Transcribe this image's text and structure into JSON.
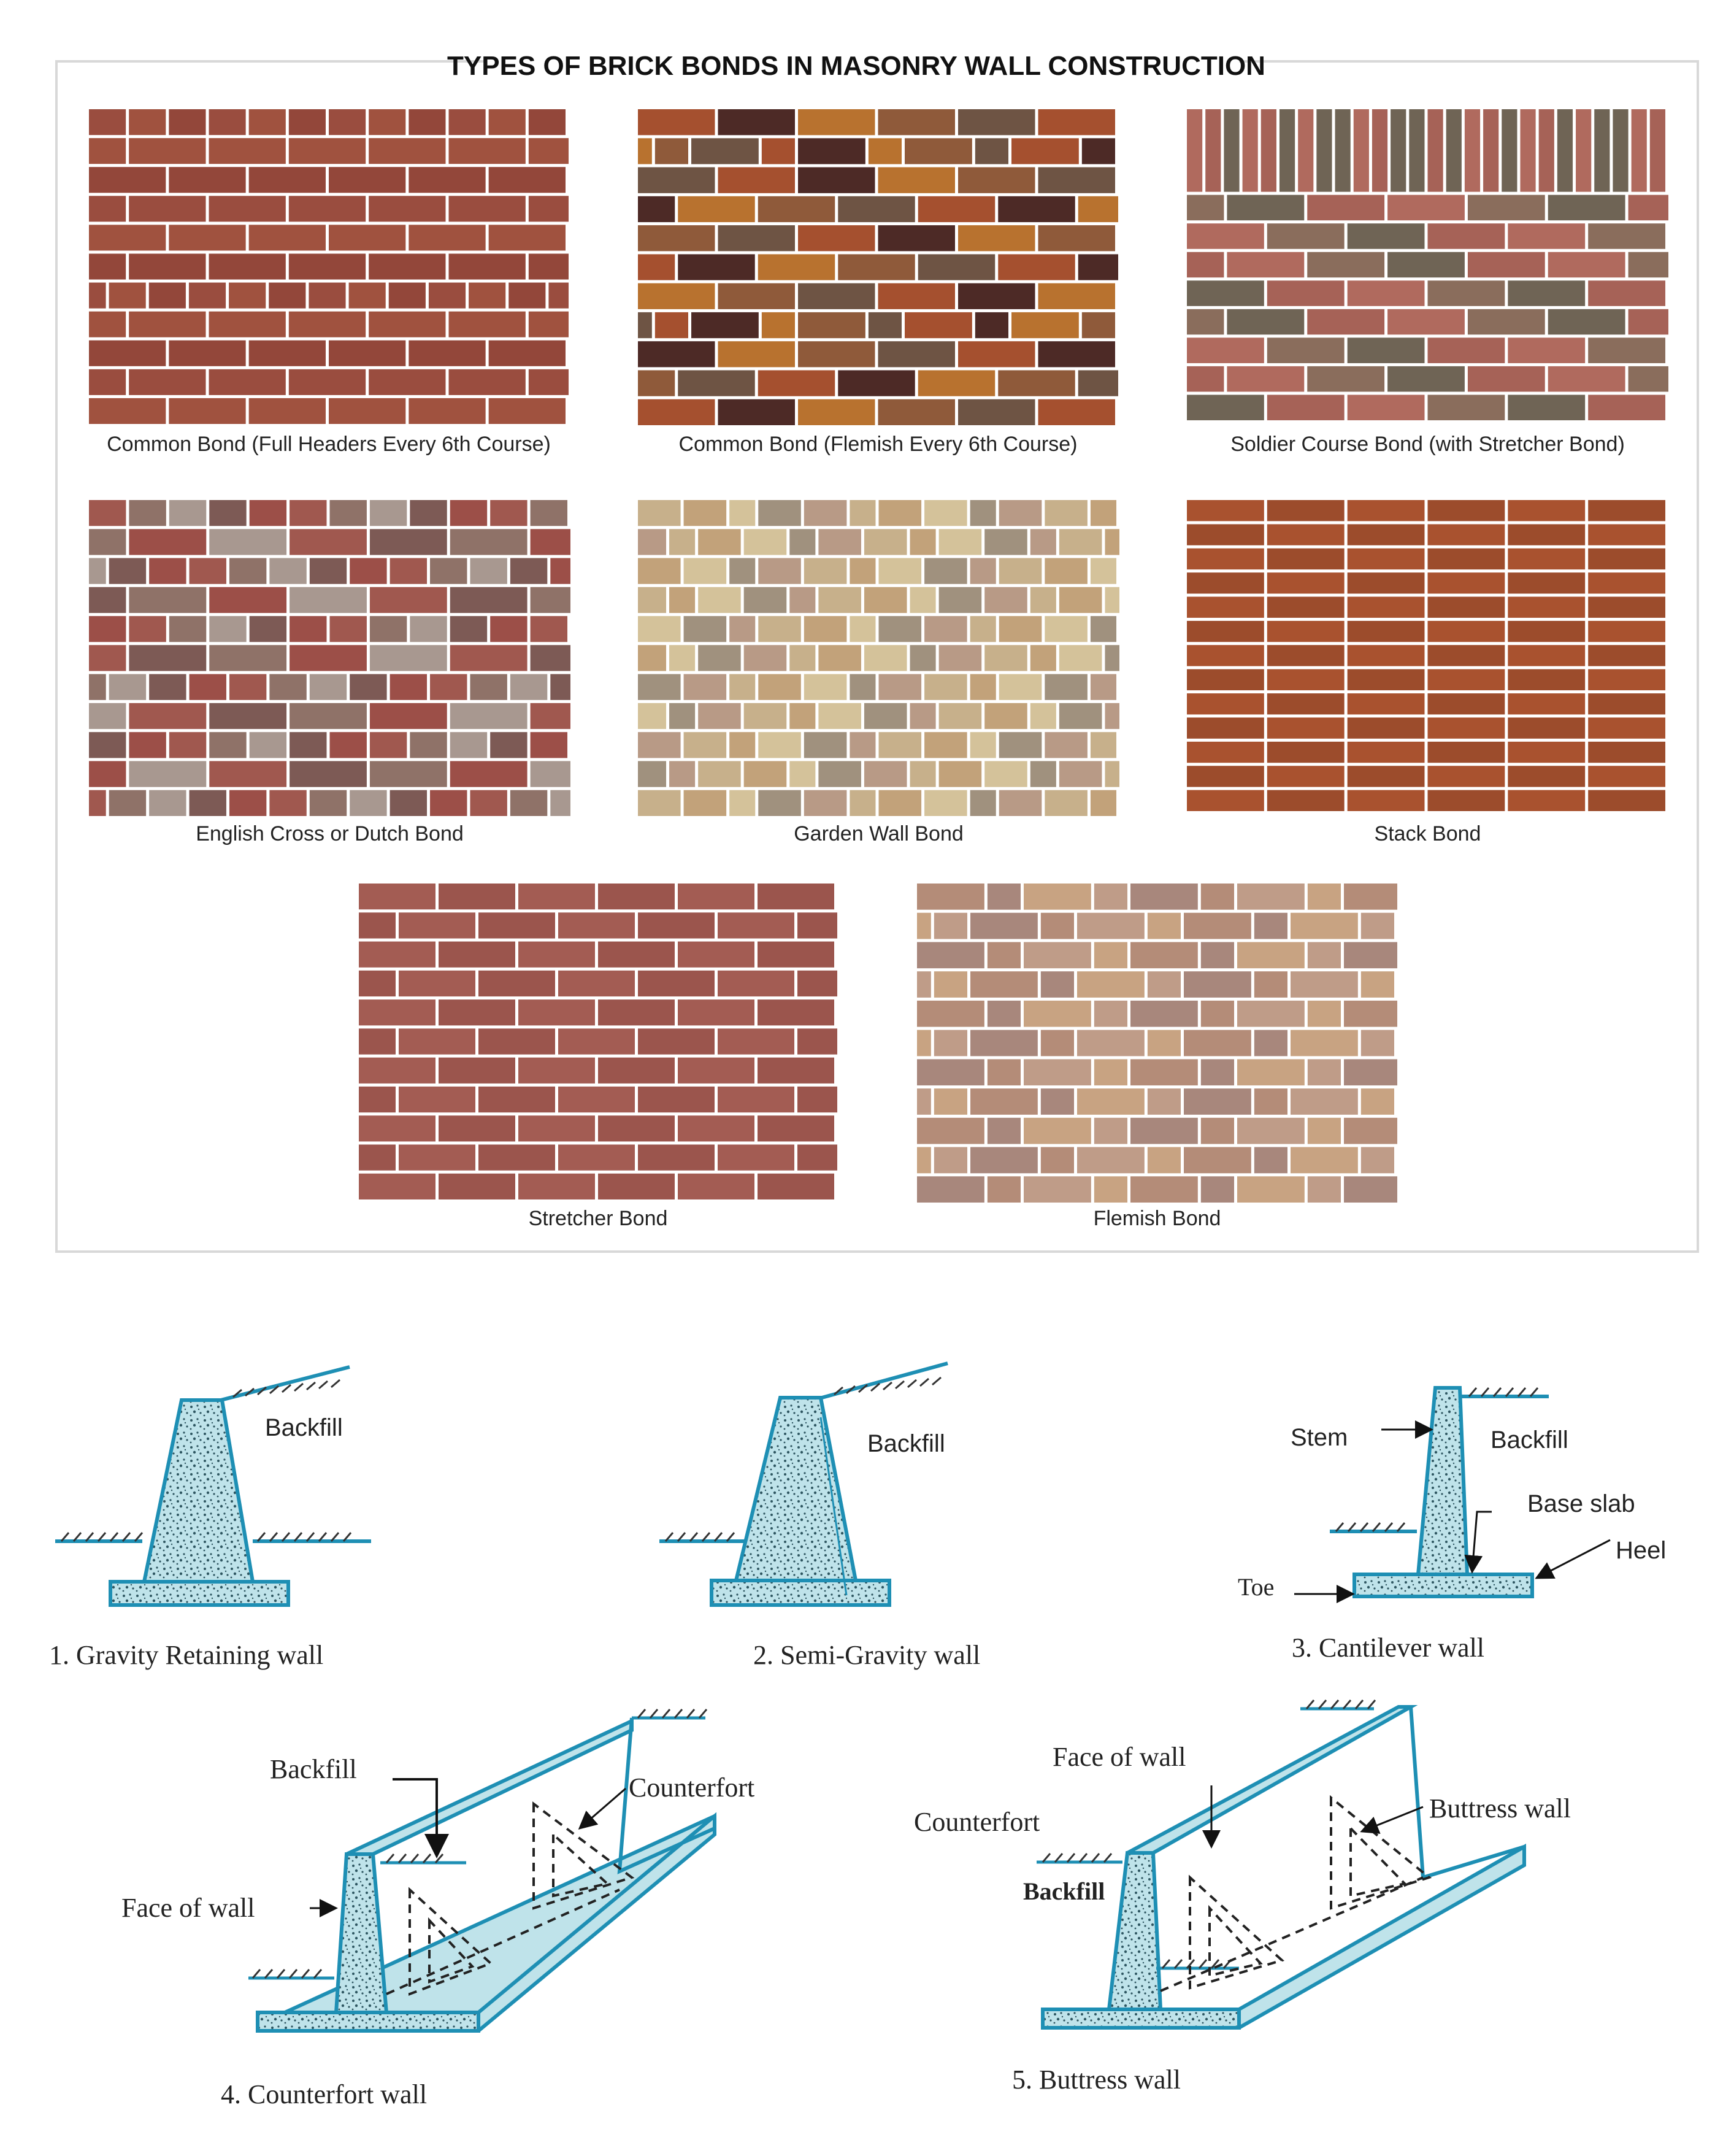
{
  "bonds": {
    "title": "TYPES OF BRICK BONDS IN MASONRY WALL CONSTRUCTION",
    "panels": [
      {
        "label": "Common Bond (Full Headers Every 6th Course)",
        "pattern": "common-header",
        "colors": [
          "#9a4d3f",
          "#a0523f",
          "#93473a"
        ]
      },
      {
        "label": "Common Bond (Flemish Every 6th Course)",
        "pattern": "common-flemish",
        "colors": [
          "#a5502f",
          "#b8722f",
          "#6e5444",
          "#4d2a26",
          "#8f5a3a"
        ]
      },
      {
        "label": "Soldier Course Bond (with Stretcher Bond)",
        "pattern": "soldier",
        "colors": [
          "#b06a5e",
          "#a66257",
          "#6f6455",
          "#8a6d5c"
        ]
      },
      {
        "label": "English Cross or Dutch Bond",
        "pattern": "dutch",
        "colors": [
          "#a0584f",
          "#8f7268",
          "#a89890",
          "#7d5a55",
          "#9c4f48"
        ]
      },
      {
        "label": "Garden Wall Bond",
        "pattern": "garden",
        "colors": [
          "#c7b08b",
          "#a0917e",
          "#c2a27a",
          "#b89a86",
          "#d4c29a"
        ]
      },
      {
        "label": "Stack Bond",
        "pattern": "stack",
        "colors": [
          "#a9522f",
          "#9c4c2c"
        ]
      },
      {
        "label": "Stretcher Bond",
        "pattern": "stretcher",
        "colors": [
          "#a35c53",
          "#9b554d"
        ]
      },
      {
        "label": "Flemish Bond",
        "pattern": "flemish",
        "colors": [
          "#b48c78",
          "#c8a382",
          "#a8877c",
          "#bf9c88"
        ]
      }
    ]
  },
  "walls": {
    "fill_color": "#bfe3ea",
    "outline_color": "#1e8fb4",
    "items": [
      {
        "caption": "1. Gravity Retaining wall",
        "labels": {
          "backfill": "Backfill"
        }
      },
      {
        "caption": "2. Semi-Gravity wall",
        "labels": {
          "backfill": "Backfill"
        }
      },
      {
        "caption": "3. Cantilever wall",
        "labels": {
          "stem": "Stem",
          "backfill": "Backfill",
          "base_slab": "Base slab",
          "heel": "Heel",
          "toe": "Toe"
        }
      },
      {
        "caption": "4. Counterfort wall",
        "labels": {
          "backfill": "Backfill",
          "counterfort": "Counterfort",
          "face": "Face of wall"
        }
      },
      {
        "caption": "5. Buttress wall",
        "labels": {
          "face": "Face of wall",
          "counterfort": "Counterfort",
          "buttress": "Buttress wall",
          "backfill": "Backfill"
        }
      }
    ]
  }
}
